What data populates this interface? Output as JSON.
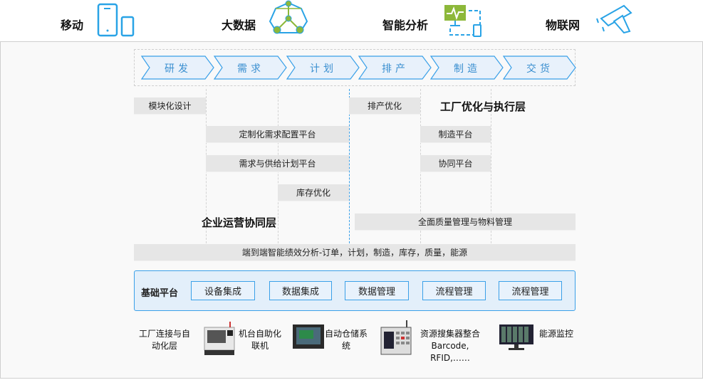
{
  "top_channels": [
    {
      "label": "移动",
      "icon": "mobile-devices-icon"
    },
    {
      "label": "大数据",
      "icon": "network-nodes-icon"
    },
    {
      "label": "智能分析",
      "icon": "analytics-monitor-icon"
    },
    {
      "label": "物联网",
      "icon": "iot-camera-icon"
    }
  ],
  "process_steps": [
    "研发",
    "需求",
    "计划",
    "排产",
    "制造",
    "交货"
  ],
  "bars": {
    "modular_design": "模块化设计",
    "scheduling_opt": "排产优化",
    "custom_config": "定制化需求配置平台",
    "manufacturing_platform": "制造平台",
    "supply_demand": "需求与供给计划平台",
    "collab_platform": "协同平台",
    "inventory_opt": "库存优化",
    "quality_material": "全面质量管理与物料管理",
    "end_to_end": "端到端智能绩效分析-订单，计划，制造，库存，质量，能源"
  },
  "layers": {
    "factory": "工厂优化与执行层",
    "enterprise": "企业运营协同层"
  },
  "base_platform": {
    "label": "基础平台",
    "items": [
      "设备集成",
      "数据集成",
      "数据管理",
      "流程管理",
      "流程管理"
    ]
  },
  "bottom": {
    "title": "工厂连接与自动化层",
    "items": [
      {
        "label": "机台自助化联机",
        "icon": "machine-tool-image"
      },
      {
        "label": "自动仓储系统",
        "icon": "warehouse-screen-image"
      },
      {
        "label": "资源搜集器整合 Barcode, RFID,……",
        "icon": "data-collector-image"
      },
      {
        "label": "能源监控",
        "icon": "energy-monitor-image"
      }
    ]
  },
  "colors": {
    "accent": "#3aa0e8",
    "chevron_fill": "#e8f1fb",
    "bar_gray": "#e6e6e6",
    "green": "#8db83a"
  }
}
